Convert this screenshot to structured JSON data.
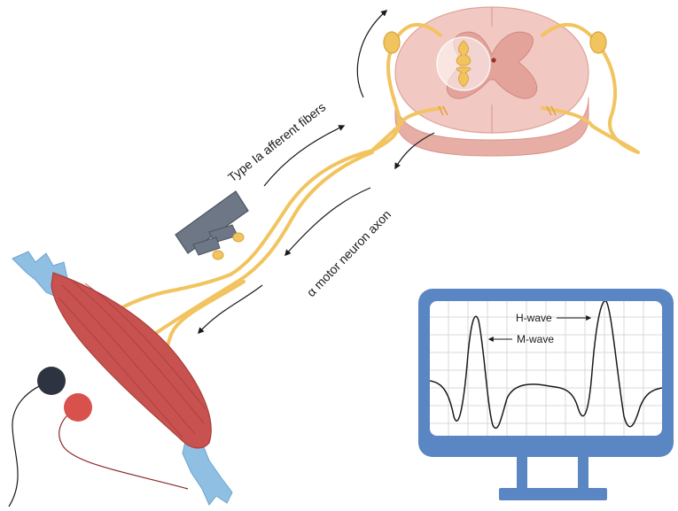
{
  "labels": {
    "afferent": "Type Ia afferent fibers",
    "motor": "α motor neuron axon",
    "h_wave": "H-wave",
    "m_wave": "M-wave"
  },
  "colors": {
    "nerve": "#f2c45f",
    "nerve_outline": "#d9a43a",
    "spinal_cord": "#f2c8c2",
    "spinal_grey": "#e3a39b",
    "muscle": "#c8524f",
    "muscle_dark": "#a83e3c",
    "tendon": "#8fbfe3",
    "monitor_frame": "#5b86c4",
    "monitor_screen": "#ffffff",
    "grid": "#d8d8d8",
    "trace": "#1a1a1a",
    "stimulator": "#6e7785",
    "electrode_black": "#2d3340",
    "electrode_red": "#d8514c"
  },
  "icons": {
    "stimulator": "stimulator-icon",
    "electrode_ground": "black-electrode-icon",
    "electrode_record": "red-electrode-icon",
    "monitor": "monitor-icon",
    "spinal_cord": "spinal-cord-cross-section",
    "muscle": "muscle-illustration"
  }
}
